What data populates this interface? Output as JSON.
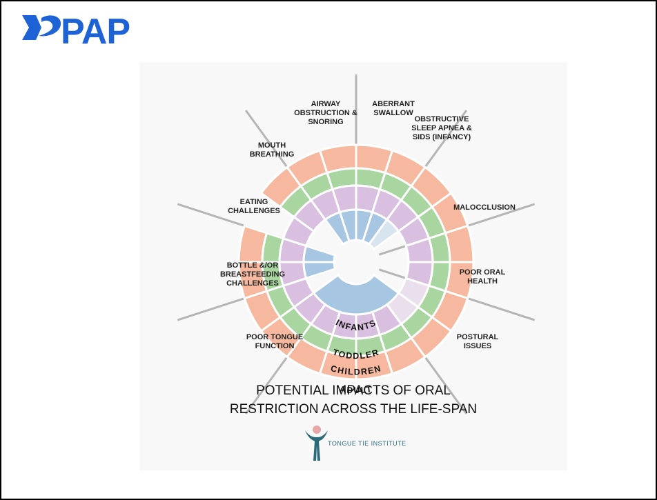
{
  "slide": {
    "logo": {
      "text": "PAP",
      "color": "#1e63d6",
      "icon": "tongue-logo-icon"
    },
    "diagram": {
      "title_line1": "POTENTIAL IMPACTS OF ORAL",
      "title_line2": "RESTRICTION ACROSS THE LIFE-SPAN",
      "rings": [
        {
          "label": "INFANTS",
          "color": "#a7c6e2"
        },
        {
          "label": "TODDLER",
          "color": "#d9c0e0"
        },
        {
          "label": "CHILDREN",
          "color": "#a9d6a0"
        },
        {
          "label": "ADULT",
          "color": "#f6b99f"
        }
      ],
      "impacts": [
        [
          "AIRWAY",
          "OBSTRUCTION &",
          "SNORING"
        ],
        [
          "ABERRANT",
          "SWALLOW"
        ],
        [
          "OBSTRUCTIVE",
          "SLEEP APNEA &",
          "SIDS (INFANCY)"
        ],
        [
          "MALOCCLUSION"
        ],
        [
          "POOR ORAL",
          "HEALTH"
        ],
        [
          "POSTURAL",
          "ISSUES"
        ],
        [
          "POOR TONGUE",
          "FUNCTION"
        ],
        [
          "BOTTLE &/OR",
          "BREASTFEEDING",
          "CHALLENGES"
        ],
        [
          "EATING",
          "CHALLENGES"
        ],
        [
          "MOUTH",
          "BREATHING"
        ]
      ]
    },
    "brand": {
      "name": "TONGUE TIE INSTITUTE",
      "color": "#2c6a7a",
      "accent": "#e8a6a6",
      "icon": "person-logo-icon"
    }
  }
}
